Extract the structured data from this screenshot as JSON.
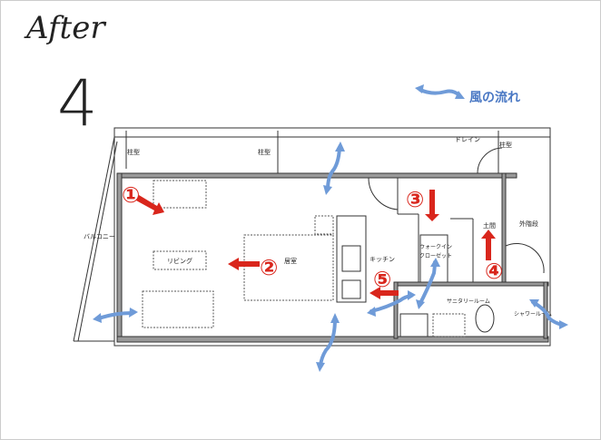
{
  "title": "After",
  "plan_number": "4",
  "legend": {
    "label": "風の流れ",
    "color": "#6f9bd8"
  },
  "labels": {
    "column1": "柱型",
    "column2": "柱型",
    "column3": "柱型",
    "drain": "ドレイン",
    "balcony": "バルコニー",
    "living": "リビング",
    "room": "居室",
    "kitchen": "キッチン",
    "walkin1": "ウォークイン",
    "walkin2": "クローゼット",
    "doma": "土間",
    "stairs": "外階段",
    "sanitary": "サニタリールーム",
    "shower": "シャワールーム"
  },
  "markers": [
    "①",
    "②",
    "③",
    "④",
    "⑤"
  ],
  "arrow_color": "#d9261c"
}
